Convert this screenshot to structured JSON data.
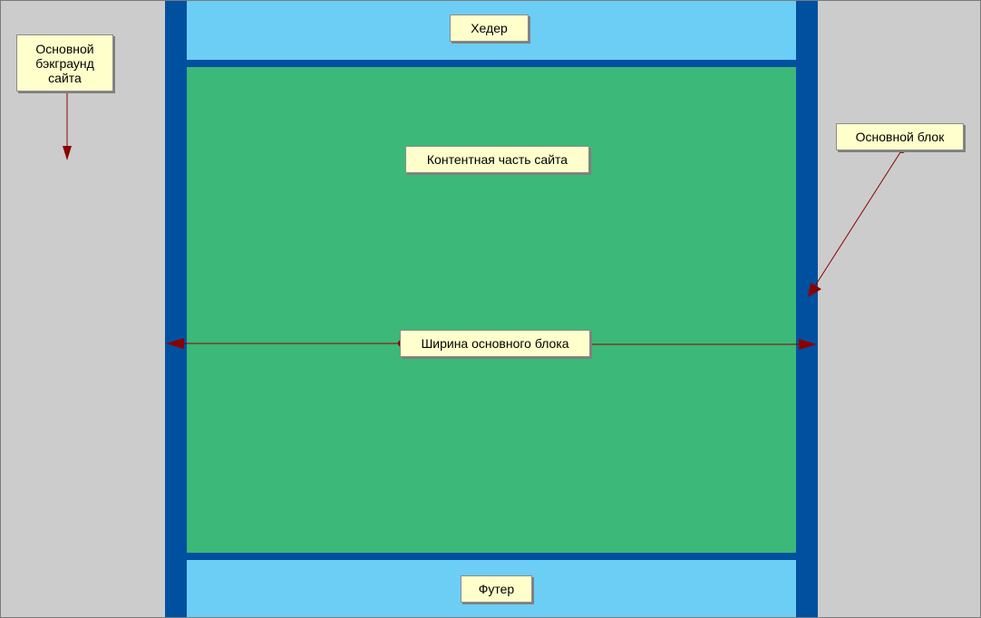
{
  "labels": {
    "header": "Хедер",
    "content": "Контентная часть сайта",
    "width": "Ширина основного блока",
    "footer": "Футер",
    "main_block": "Основной блок",
    "background": "Основной\nбэкграунд\nсайта"
  },
  "colors": {
    "page_background": "#cccccc",
    "main_block": "#0050a0",
    "header_footer": "#6ccdf5",
    "content": "#3cb878",
    "note_fill": "#ffffcc",
    "connector": "#8b0000"
  }
}
